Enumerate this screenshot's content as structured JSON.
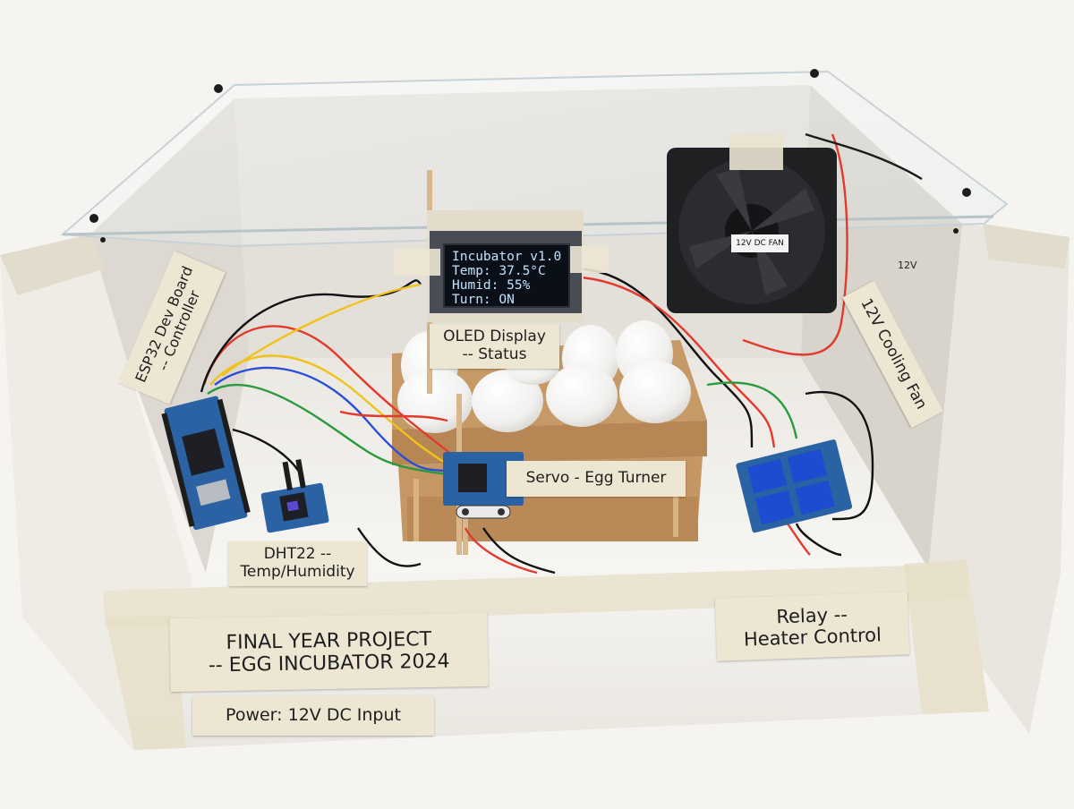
{
  "labels": {
    "esp32": {
      "line1": "ESP32 Dev Board",
      "line2": "-- Controller"
    },
    "oled": {
      "line1": "OLED Display",
      "line2": "-- Status"
    },
    "cooling_fan": "12V Cooling Fan",
    "servo": "Servo - Egg Turner",
    "dht22": {
      "line1": "DHT22 --",
      "line2": "Temp/Humidity"
    },
    "relay": {
      "line1": "Relay --",
      "line2": "Heater Control"
    },
    "project": {
      "line1": "FINAL YEAR PROJECT",
      "line2": "-- EGG INCUBATOR 2024"
    },
    "power": "Power: 12V DC Input"
  },
  "oled_screen": {
    "line1": "Incubator v1.0",
    "line2": "Temp: 37.5°C",
    "line3": "Humid: 55%",
    "line4": "Turn: ON"
  },
  "fan": {
    "label": "12V DC FAN",
    "wire_label": "12V"
  },
  "eggs": {
    "count": 8
  },
  "colors": {
    "tape": "#ece6d3",
    "foam": "#f2f0ec",
    "cardboard": "#c89b68",
    "pcb_blue": "#2a62a4",
    "oled_text": "#bfe3ff"
  }
}
